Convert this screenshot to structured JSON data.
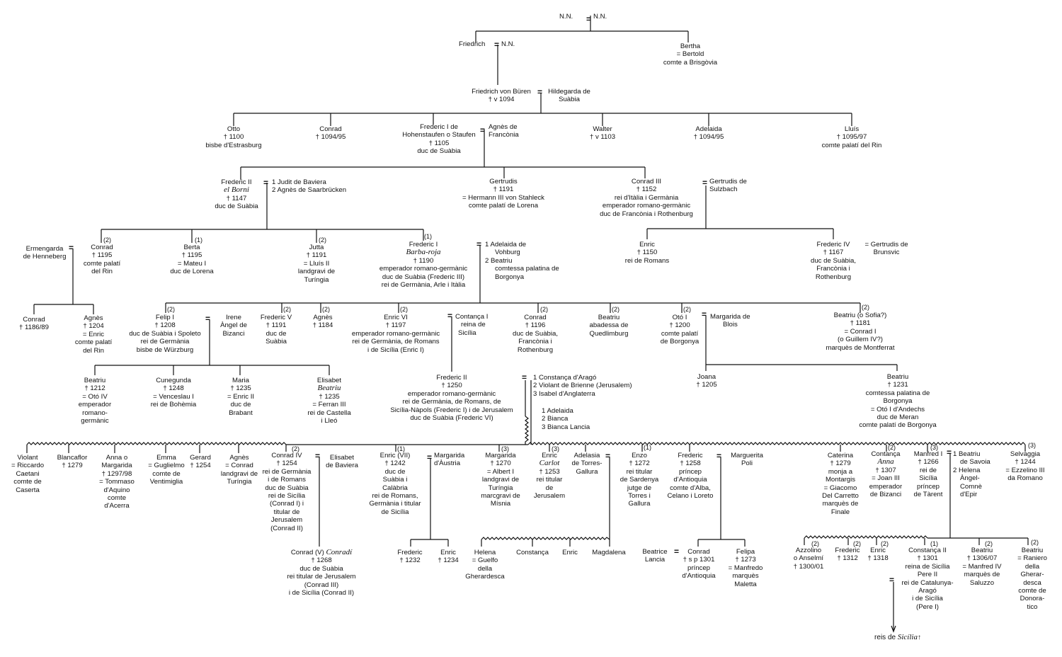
{
  "people": {
    "nn1": [
      "N.N."
    ],
    "nn2": [
      "N.N."
    ],
    "friedrich": [
      "Friedrich"
    ],
    "nn3": [
      "N.N."
    ],
    "bertha": [
      "Bertha",
      "= Bertold",
      "comte a Brisgòvia"
    ],
    "buren": [
      "Friedrich von Büren",
      "† v 1094"
    ],
    "hildegarda": [
      "Hildegarda de",
      "Suàbia"
    ],
    "otto": [
      "Otto",
      "† 1100",
      "bisbe d'Estrasburg"
    ],
    "conrad1": [
      "Conrad",
      "† 1094/95"
    ],
    "fredericI": [
      "Frederic I  de",
      "Hohenstaufen o Staufen",
      "† 1105",
      "duc de Suàbia"
    ],
    "agnes_fr": [
      "Agnès de",
      "Francònia"
    ],
    "walter": [
      "Walter",
      "† v 1103"
    ],
    "adelaida1": [
      "Adelaida",
      "† 1094/95"
    ],
    "lluis": [
      "Lluís",
      "† 1095/97",
      "comte palatí del Rin"
    ],
    "fredII_a": [
      "Frederic II"
    ],
    "fredII_b": [
      "el Borni"
    ],
    "fredII_c": [
      "† 1147",
      "duc de Suàbia"
    ],
    "judit": [
      "1 Judit de Baviera",
      "2 Agnès de Saarbrücken"
    ],
    "gertrudis1": [
      "Gertrudis",
      "† 1191",
      "= Hermann III von Stahleck",
      "comte palatí de Lorena"
    ],
    "conradIII": [
      "Conrad III",
      "† 1152",
      "rei d'Itàlia i Germània",
      "emperador romano-germànic",
      "duc de Francònia i Rothenburg"
    ],
    "gertrudis_s": [
      "Gertrudis de",
      "Sulzbach"
    ],
    "ermengarda": [
      "Ermengarda",
      "de Henneberg"
    ],
    "conrad_pal": [
      "Conrad",
      "† 1195",
      "comte palatí",
      "del Rin"
    ],
    "berta": [
      "Berta",
      "† 1195",
      "= Mateu I",
      "duc de Lorena"
    ],
    "jutta": [
      "Jutta",
      "† 1191",
      "= Lluís II",
      "landgravi de",
      "Turíngia"
    ],
    "barba_a": [
      "Frederic I"
    ],
    "barba_b": [
      "Barba-roja"
    ],
    "barba_c": [
      "† 1190",
      "emperador romano-germànic",
      "duc de Suàbia (Frederic III)",
      "rei de Germània, Arle i Itàlia"
    ],
    "adelaida_v": [
      "1 Adelaida de",
      "Vohburg",
      "2 Beatriu",
      "comtessa palatina de",
      "Borgonya"
    ],
    "enric_r": [
      "Enric",
      "† 1150",
      "rei de Romans"
    ],
    "fredIV": [
      "Frederic IV",
      "† 1167",
      "duc de Suàbia,",
      "Francònia i",
      "Rothenburg"
    ],
    "gertrudis_b": [
      "= Gertrudis de",
      "Brunsvic"
    ],
    "conrad_h": [
      "Conrad",
      "† 1186/89"
    ],
    "agnes_h": [
      "Agnès",
      "† 1204",
      "= Enric",
      "comte palatí",
      "del Rin"
    ],
    "felip": [
      "Felip I",
      "† 1208",
      "duc de Suàbia i Spoleto",
      "rei de Germània",
      "bisbe de Würzburg"
    ],
    "irene": [
      "Irene",
      "Àngel de",
      "Bizanci"
    ],
    "fredV": [
      "Frederic V",
      "† 1191",
      "duc de",
      "Suàbia"
    ],
    "agnes2": [
      "Agnès",
      "† 1184"
    ],
    "enricVI": [
      "Enric VI",
      "† 1197",
      "emperador romano-germànic",
      "rei de Germània, de Romans",
      "i de Sicília (Enric I)"
    ],
    "constanca": [
      "Contança I",
      "reina de",
      "Sicília"
    ],
    "conrad2": [
      "Conrad",
      "† 1196",
      "duc de Suàbia,",
      "Francònia i",
      "Rothenburg"
    ],
    "beatriu_q": [
      "Beatriu",
      "abadessa de",
      "Quedlimburg"
    ],
    "oto": [
      "Otó I",
      "† 1200",
      "comte palatí",
      "de Borgonya"
    ],
    "margarida_b": [
      "Margarida de",
      "Blois"
    ],
    "beatriu_s": [
      "Beatriu (o Sofia?)",
      "† 1181",
      "= Conrad I",
      "(o Guillem IV?)",
      "marquès de Montferrat"
    ],
    "beatriu2": [
      "Beatriu",
      "† 1212",
      "= Otó IV",
      "emperador",
      "romano-",
      "germànic"
    ],
    "cunegunda": [
      "Cunegunda",
      "† 1248",
      "= Venceslau I",
      "rei de Bohèmia"
    ],
    "maria": [
      "Maria",
      "† 1235",
      "= Enric II",
      "duc de",
      "Brabant"
    ],
    "elisabet_a": [
      "Elisabet"
    ],
    "elisabet_b": [
      "Beatriu"
    ],
    "elisabet_c": [
      "† 1235",
      "= Ferran III",
      "rei de Castella",
      "i Lleó"
    ],
    "fredII_emp": [
      "Frederic II",
      "† 1250",
      "emperador romano-germànic",
      "rei de Germània, de Romans, de",
      "Sicília-Nàpols (Frederic I) i de Jerusalem",
      "duc de Suàbia (Frederic VI)"
    ],
    "wives_f2": [
      "1 Constança d'Aragó",
      "2 Violant de Brienne (Jerusalem)",
      "3 Isabel d'Anglaterra"
    ],
    "concub": [
      "1 Adelaida",
      "2 Bianca",
      "3 Bianca Lancia"
    ],
    "joana": [
      "Joana",
      "† 1205"
    ],
    "beatriu3": [
      "Beatriu",
      "† 1231",
      "comtessa palatina de",
      "Borgonya",
      "= Otó I d'Andechs",
      "duc de Meran",
      "comte palatí de Borgonya"
    ],
    "violant": [
      "Violant",
      "= Riccardo",
      "Caetani",
      "comte de",
      "Caserta"
    ],
    "blancaflor": [
      "Blancaflor",
      "† 1279"
    ],
    "anna": [
      "Anna o",
      "Margarida",
      "† 1297/98",
      "= Tommaso",
      "d'Aquino",
      "comte",
      "d'Acerra"
    ],
    "emma": [
      "Emma",
      "= Guglielmo",
      "comte de",
      "Ventimiglia"
    ],
    "gerard": [
      "Gerard",
      "† 1254"
    ],
    "agnes3": [
      "Agnès",
      "= Conrad",
      "landgravi de",
      "Turíngia"
    ],
    "conradIV": [
      "Conrad IV",
      "† 1254",
      "rei de Germània",
      "i de Romans",
      "duc de Suàbia",
      "rei de Sicília",
      "(Conrad I) i",
      "titular de",
      "Jerusalem",
      "(Conrad II)"
    ],
    "elisabet_bav": [
      "Elisabet",
      "de Baviera"
    ],
    "enricVII": [
      "Enric (VII)",
      "† 1242",
      "duc de",
      "Suàbia i",
      "Calàbria",
      "rei de Romans,",
      "Germània i titular",
      "de Sicília"
    ],
    "margarida_a": [
      "Margarida",
      "d'Àustria"
    ],
    "margarida2": [
      "Margarida",
      "† 1270",
      "= Albert I",
      "landgravi de",
      "Turíngia",
      "marcgravi de",
      "Mísnia"
    ],
    "enric_c_a": [
      "Enric"
    ],
    "enric_c_b": [
      "Carlot"
    ],
    "enric_c_c": [
      "† 1253",
      "rei titular",
      "de",
      "Jerusalem"
    ],
    "adelasia": [
      "Adelasia",
      "de Torres-",
      "Gallura"
    ],
    "enzo": [
      "Enzo",
      "† 1272",
      "rei titular",
      "de Sardenya",
      "jutge de",
      "Torres i",
      "Gallura"
    ],
    "fred_ant": [
      "Frederic",
      "† 1258",
      "príncep",
      "d'Antioquia",
      "comte d'Alba,",
      "Celano i Loreto"
    ],
    "marguerita": [
      "Marguerita",
      "Poli"
    ],
    "caterina": [
      "Caterina",
      "† 1279",
      "monja a",
      "Montargis",
      "= Giacomo",
      "Del Carretto",
      "marquès de",
      "Finale"
    ],
    "contanca2_a": [
      "Contança"
    ],
    "contanca2_b": [
      "Anna"
    ],
    "contanca2_c": [
      "† 1307",
      "= Joan III",
      "emperador",
      "de Bizanci"
    ],
    "manfred": [
      "Manfred I",
      "† 1266",
      "rei de",
      "Sicília",
      "príncep",
      "de Tàrent"
    ],
    "manfred_w": [
      "1 Beatriu",
      "de Savoia",
      "2 Helena",
      "Àngel-",
      "Comnè",
      "d'Epir"
    ],
    "selvaggia": [
      "Selvaggia",
      "† 1244",
      "= Ezzelino III",
      "da Romano"
    ],
    "conradV_a": [
      "Conrad (V)"
    ],
    "conradV_b": [
      "Conradí"
    ],
    "conradV_c": [
      "† 1268",
      "duc de Suàbia",
      "rei titular de Jerusalem",
      "(Conrad III)",
      "i de Sicília (Conrad II)"
    ],
    "fred1232": [
      "Frederic",
      "† 1232"
    ],
    "enric1234": [
      "Enric",
      "† 1234"
    ],
    "helena": [
      "Helena",
      "= Guelfo",
      "della",
      "Gherardesca"
    ],
    "constanca3": [
      "Constança"
    ],
    "enric_e": [
      "Enric"
    ],
    "magdalena": [
      "Magdalena"
    ],
    "beatrice": [
      "Beatrice",
      "Lancia"
    ],
    "conrad_ant": [
      "Conrad",
      "† s p 1301",
      "príncep",
      "d'Antioquia"
    ],
    "felipa": [
      "Felipa",
      "† 1273",
      "= Manfredo",
      "marquès",
      "Maletta"
    ],
    "azzolino": [
      "Azzolino",
      "o Anselmí",
      "† 1300/01"
    ],
    "fred1312": [
      "Frederic",
      "† 1312"
    ],
    "enric1318": [
      "Enric",
      "† 1318"
    ],
    "constancaII": [
      "Constança II",
      "† 1301",
      "reina de Sicília",
      "Pere II",
      "rei de Catalunya-",
      "Aragó",
      "i de Sicília",
      "(Pere I)"
    ],
    "beatriu_sal": [
      "Beatriu",
      "† 1306/07",
      "= Manfred IV",
      "marquès de",
      "Saluzzo"
    ],
    "beatriu_gh": [
      "Beatriu",
      "= Raniero",
      "della",
      "Gherar-",
      "desca",
      "comte de",
      "Donora-",
      "tico"
    ],
    "reis_a": [
      "reis de"
    ],
    "reis_b": [
      "Sicília"
    ]
  },
  "marks": {
    "m_conrad_pal": "(2)",
    "m_berta": "(1)",
    "m_jutta": "(2)",
    "m_barba": "(1)",
    "m_felip": "(2)",
    "m_fredV": "(2)",
    "m_agnes2": "(2)",
    "m_enricVI": "(2)",
    "m_conrad2": "(2)",
    "m_beatriu_q": "(2)",
    "m_oto": "(2)",
    "m_beatriu_s": "(2)",
    "m_conradIV": "(2)",
    "m_enricVII": "(1)",
    "m_margarida2": "(3)",
    "m_enric_c": "(3)",
    "m_enzo": "(1)",
    "m_contanca2": "(2)",
    "m_manfred": "(3)",
    "m_selvaggia": "(3)",
    "m_azzolino": "(2)",
    "m_fred1312": "(2)",
    "m_enric1318": "(2)",
    "m_constancaII": "(1)",
    "m_beatriu_sal": "(2)",
    "m_beatriu_gh": "(2)"
  }
}
